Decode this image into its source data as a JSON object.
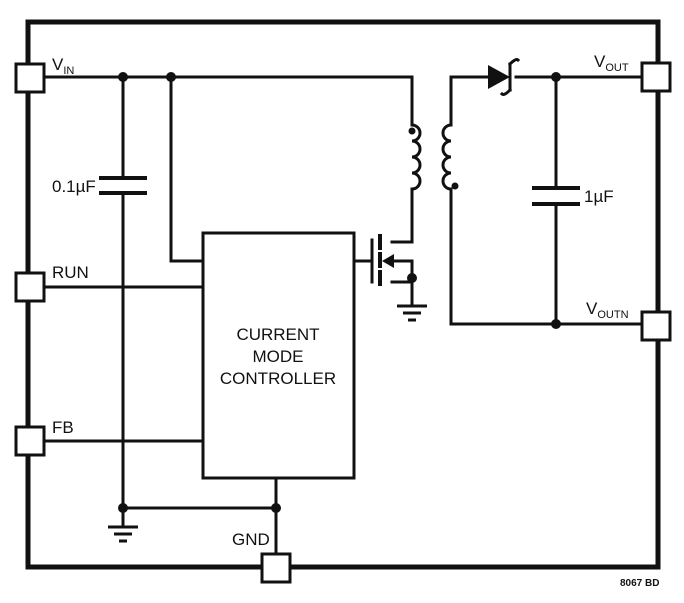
{
  "pins": {
    "vin": {
      "main": "V",
      "sub": "IN"
    },
    "vout": {
      "main": "V",
      "sub": "OUT"
    },
    "voutn": {
      "main": "V",
      "sub": "OUTN"
    },
    "run": "RUN",
    "fb": "FB",
    "gnd": "GND"
  },
  "components": {
    "input_cap": "0.1µF",
    "output_cap": "1µF"
  },
  "controller": {
    "lines": [
      "CURRENT",
      "MODE",
      "CONTROLLER"
    ]
  },
  "figure_tag": "8067 BD",
  "colors": {
    "stroke": "#111111",
    "background": "#ffffff",
    "pin_fill": "#ffffff"
  }
}
